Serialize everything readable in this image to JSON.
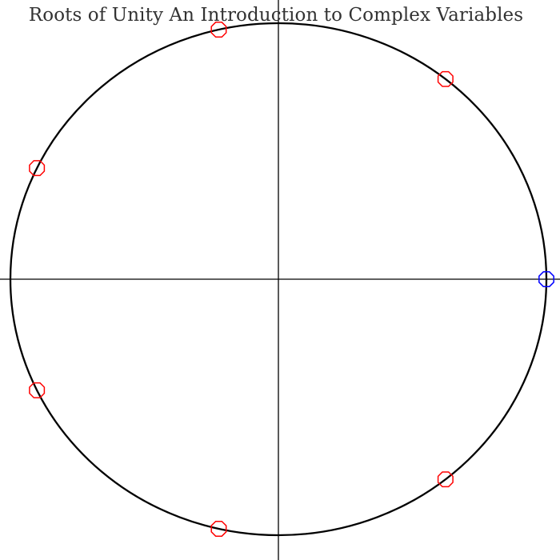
{
  "title": "Roots of Unity An Introduction to Complex Variables",
  "diagram": {
    "n": 7,
    "roots_angles_deg": [
      0,
      51.43,
      102.86,
      154.29,
      205.71,
      257.14,
      308.57
    ],
    "colors": {
      "unit_circle": "#000000",
      "axes": "#000000",
      "principal_root": "#0000ff",
      "other_roots": "#ff0000"
    }
  }
}
